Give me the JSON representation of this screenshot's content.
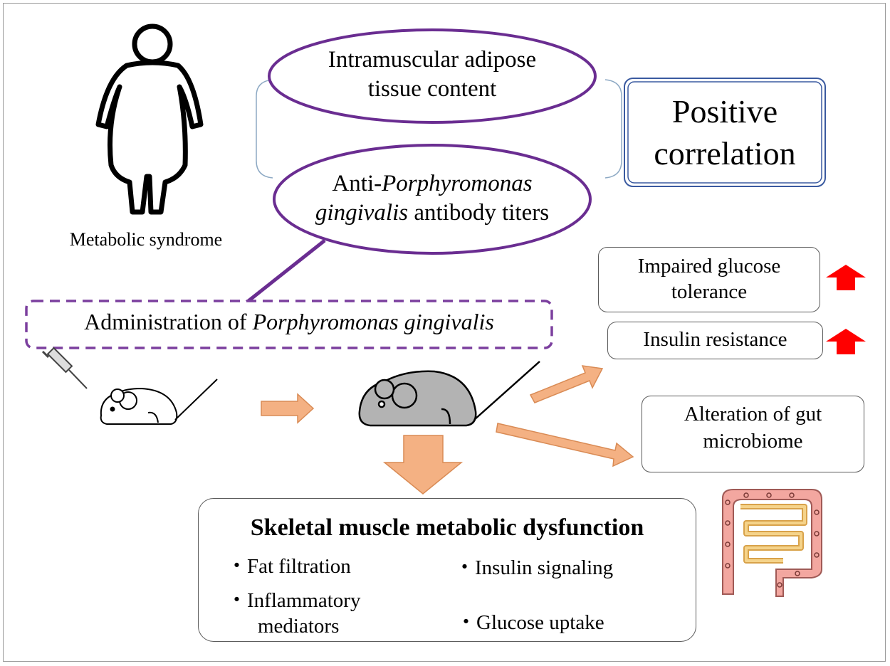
{
  "labels": {
    "metabolic_syndrome": "Metabolic syndrome",
    "imat_line1": "Intramuscular adipose",
    "imat_line2": "tissue content",
    "anti_prefix": "Anti-",
    "anti_species_genus": "Porphyromonas",
    "anti_species_name": "gingivalis",
    "anti_suffix": "antibody titers",
    "positive_line1": "Positive",
    "positive_line2": "correlation",
    "administration_prefix": "Administration of",
    "administration_species": "Porphyromonas gingivalis",
    "impaired_line1": "Impaired glucose",
    "impaired_line2": "tolerance",
    "insulin_resistance": "Insulin resistance",
    "gut_line1": "Alteration of gut",
    "gut_line2": "microbiome",
    "skeletal_title": "Skeletal muscle metabolic dysfunction",
    "fat_filtration": "・Fat filtration",
    "inflammatory_line1": "・Inflammatory",
    "inflammatory_line2": "mediators",
    "insulin_signaling": "・Insulin signaling",
    "glucose_uptake": "・Glucose uptake"
  },
  "colors": {
    "ellipse_stroke": "#6a2d91",
    "dashed_stroke": "#7b3f9e",
    "positive_border": "#3a5aa0",
    "up_arrow": "#ff0000",
    "down_arrow": "#1ba9e6",
    "flow_arrow_fill": "#f4b183",
    "mouse_gray": "#b3b3b3",
    "intestine_fill": "#f3a7a0"
  },
  "icons": [
    "human-silhouette-icon",
    "syringe-icon",
    "white-mouse-icon",
    "gray-mouse-icon",
    "intestine-icon"
  ]
}
